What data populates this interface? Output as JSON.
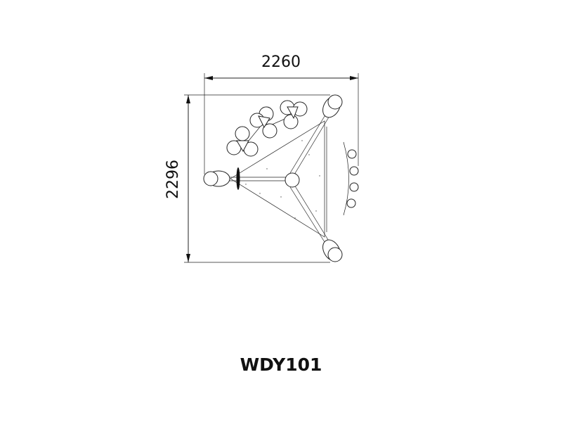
{
  "drawing": {
    "width_dimension": "2260",
    "height_dimension": "2296",
    "model_code": "WDY101"
  },
  "colors": {
    "line": "#222222",
    "background": "#ffffff"
  }
}
